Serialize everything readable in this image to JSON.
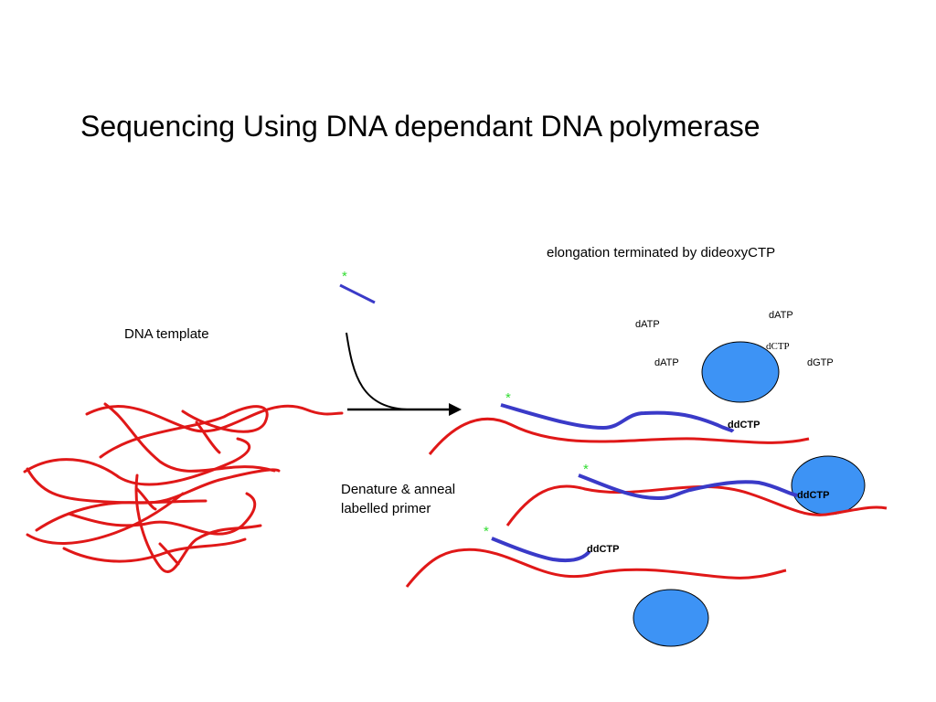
{
  "title": "Sequencing Using DNA dependant DNA polymerase",
  "labels": {
    "dna_template": "DNA template",
    "elongation": "elongation terminated by dideoxyCTP",
    "denature": "Denature & anneal labelled primer"
  },
  "nucleotides": {
    "datp": "dATP",
    "dgtp": "dGTP",
    "dctp": "dCTP",
    "ddctp": "ddCTP"
  },
  "label_marker": "*",
  "colors": {
    "template_strand": "#e01818",
    "primer_strand": "#3a3ac8",
    "polymerase": "#3d93f5",
    "label_marker": "#33dd33"
  }
}
